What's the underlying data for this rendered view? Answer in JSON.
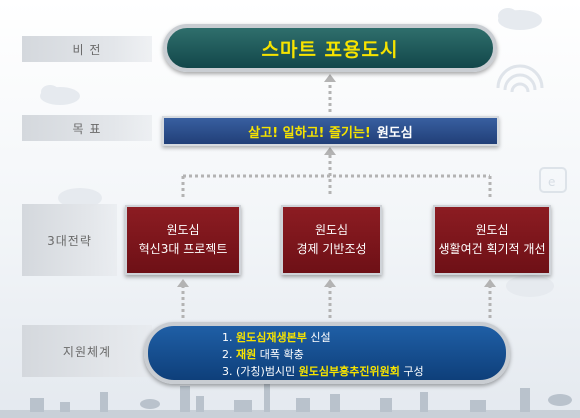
{
  "rows": {
    "vision_label": "비 전",
    "goal_label": "목 표",
    "strategy_label": "3대전략",
    "support_label": "지원체계"
  },
  "vision": {
    "text": "스마트 포용도시"
  },
  "goal": {
    "highlight": "살고! 일하고! 즐기는!",
    "rest": "원도심"
  },
  "strategies": [
    {
      "line1": "원도심",
      "line2": "혁신3대 프로젝트"
    },
    {
      "line1": "원도심",
      "line2": "경제 기반조성"
    },
    {
      "line1": "원도심",
      "line2": "생활여건 획기적 개선"
    }
  ],
  "support": [
    {
      "prefix": "1. ",
      "highlight": "원도심재생본부",
      "suffix": " 신설"
    },
    {
      "prefix": "2. ",
      "highlight": "재원",
      "suffix": " 대폭 확충"
    },
    {
      "prefix": "3. (가칭)범시민 ",
      "highlight": "원도심부흥추진위원회",
      "suffix": " 구성"
    }
  ],
  "colors": {
    "accent_yellow": "#f6e300",
    "vision_green": "#1e5a5a",
    "goal_blue": "#2b4c8a",
    "strategy_red": "#7d161c",
    "support_blue": "#164f92"
  },
  "decorative_icons": [
    "cloud-icon",
    "wifi-icon",
    "email-icon",
    "city-skyline"
  ]
}
